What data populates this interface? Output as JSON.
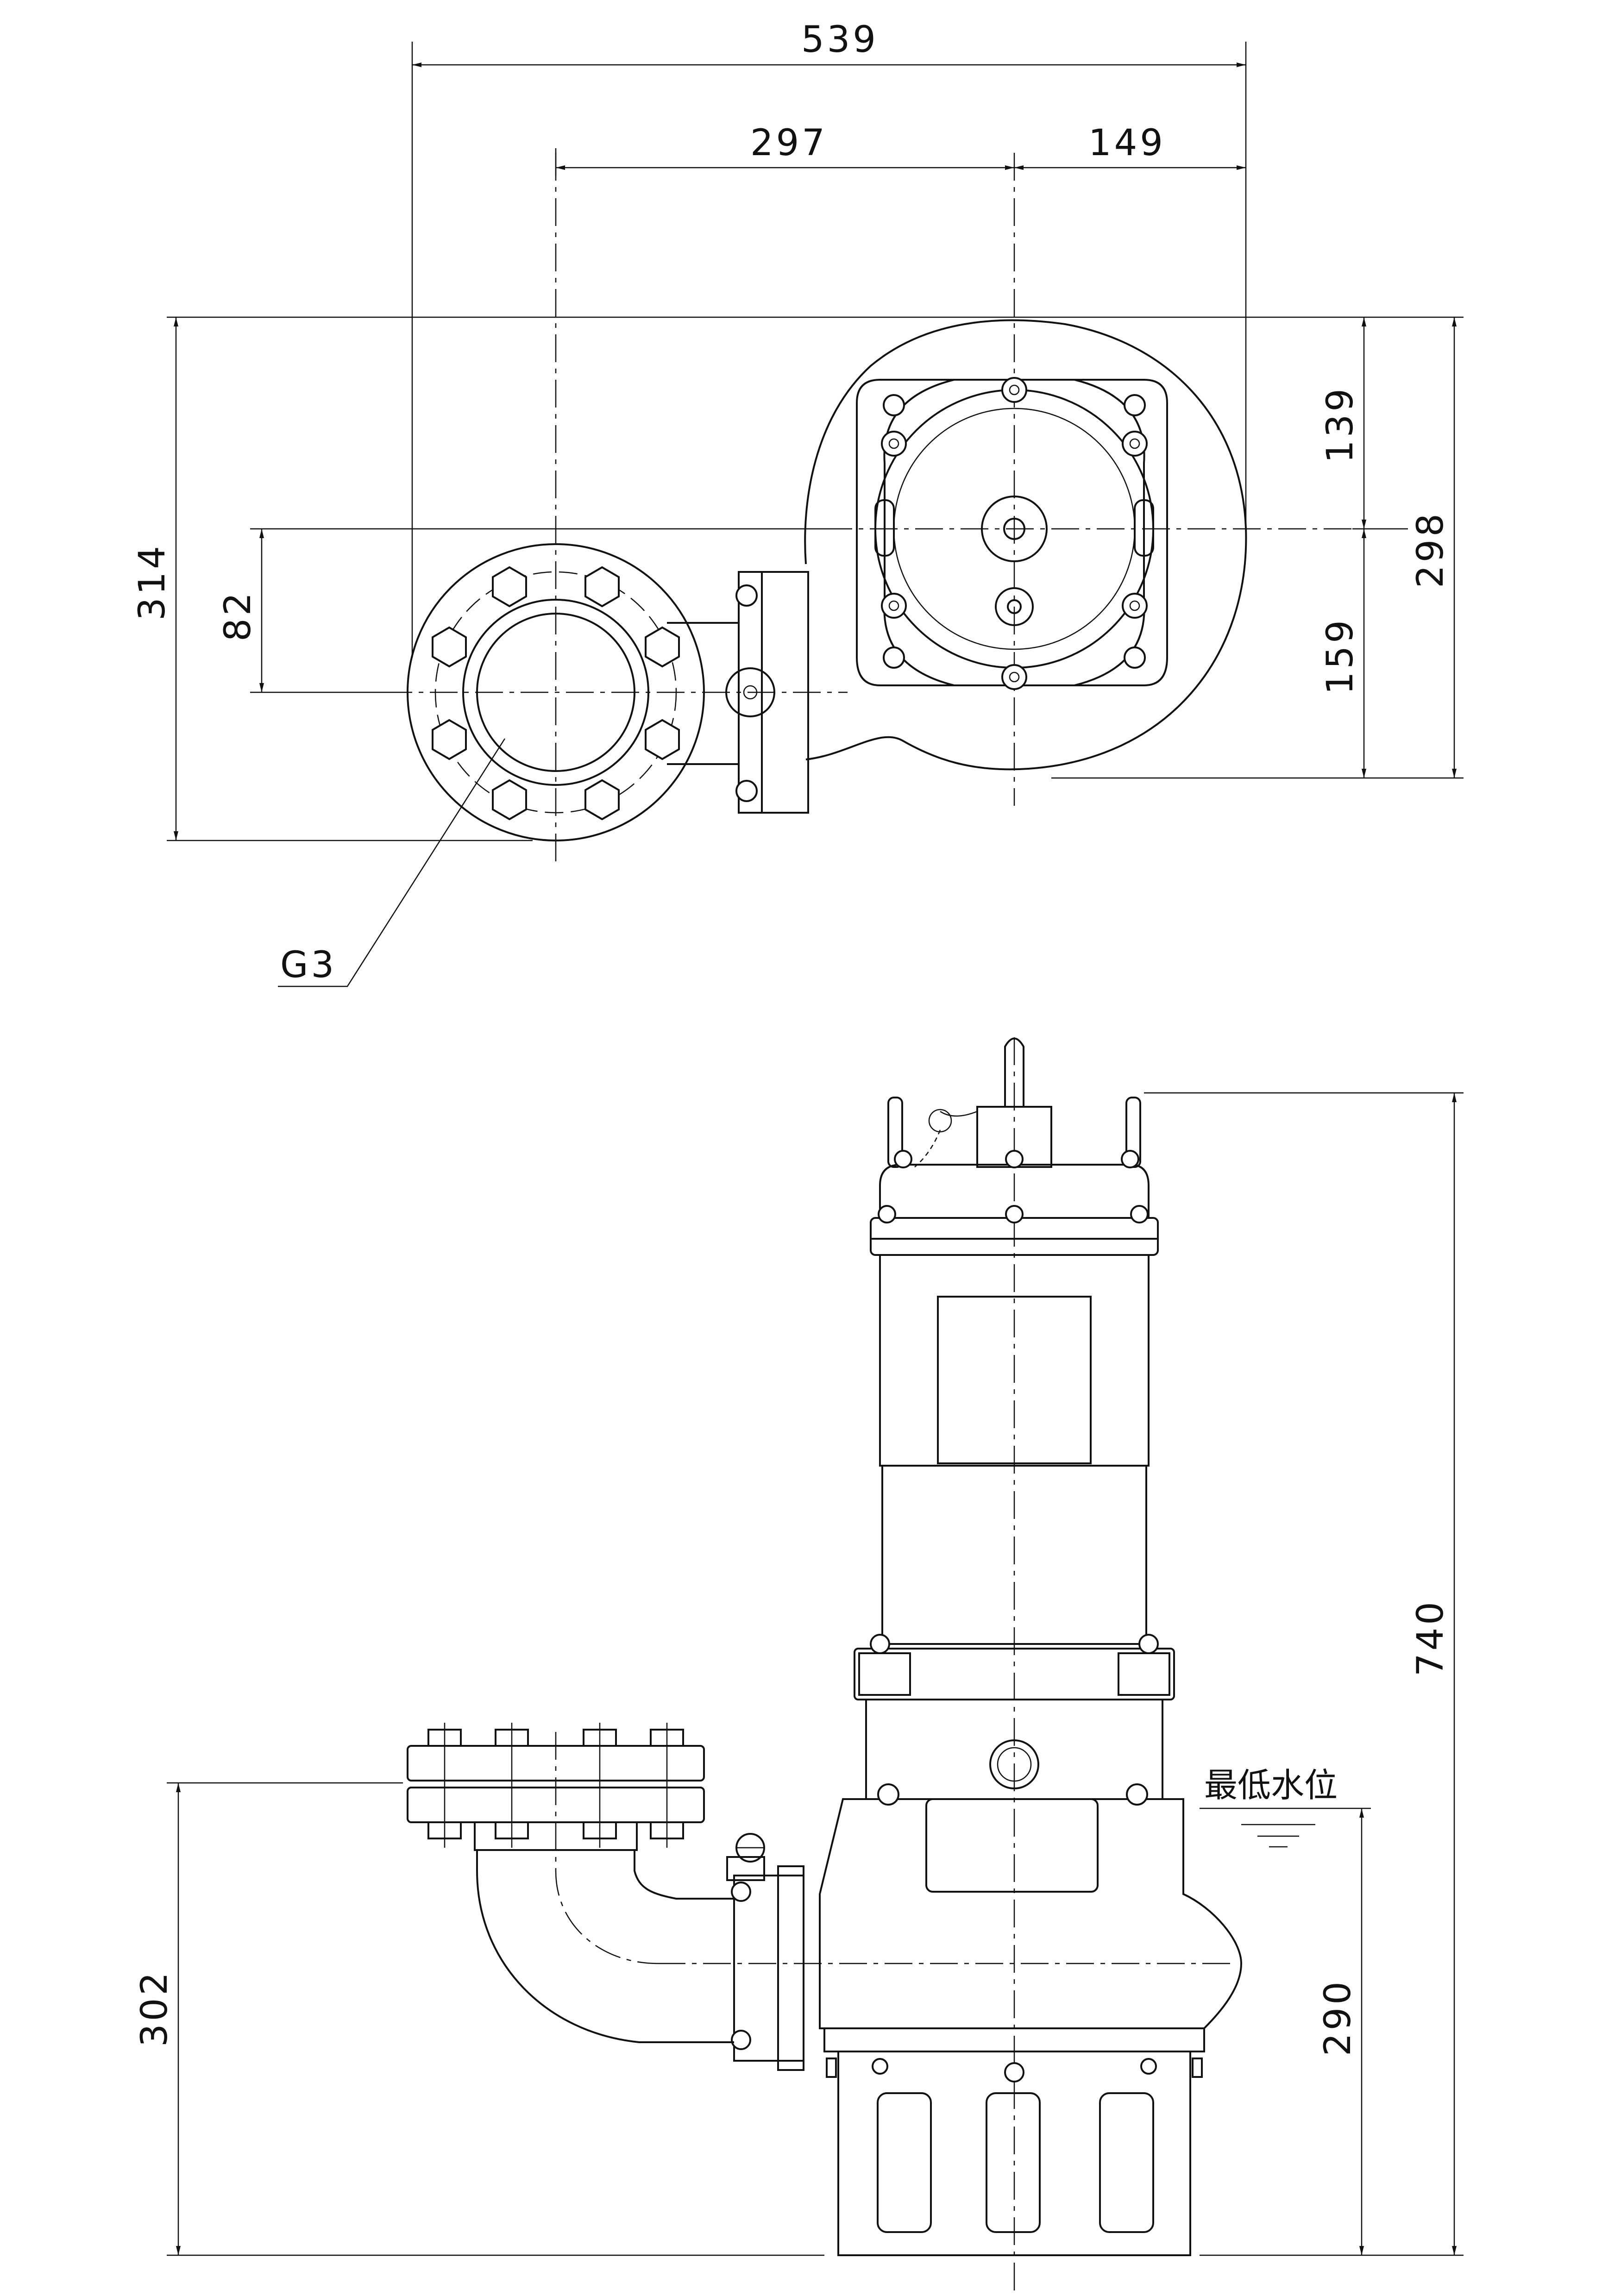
{
  "dimensions": {
    "overall_width": "539",
    "outlet_to_center": "297",
    "center_to_edge": "149",
    "plan_depth": "314",
    "outlet_offset": "82",
    "upper_depth": "139",
    "total_depth": "298",
    "lower_depth": "159",
    "total_height": "740",
    "outlet_height": "302",
    "min_water_height": "290"
  },
  "labels": {
    "outlet_thread": "G3",
    "min_water_level": "最低水位"
  }
}
